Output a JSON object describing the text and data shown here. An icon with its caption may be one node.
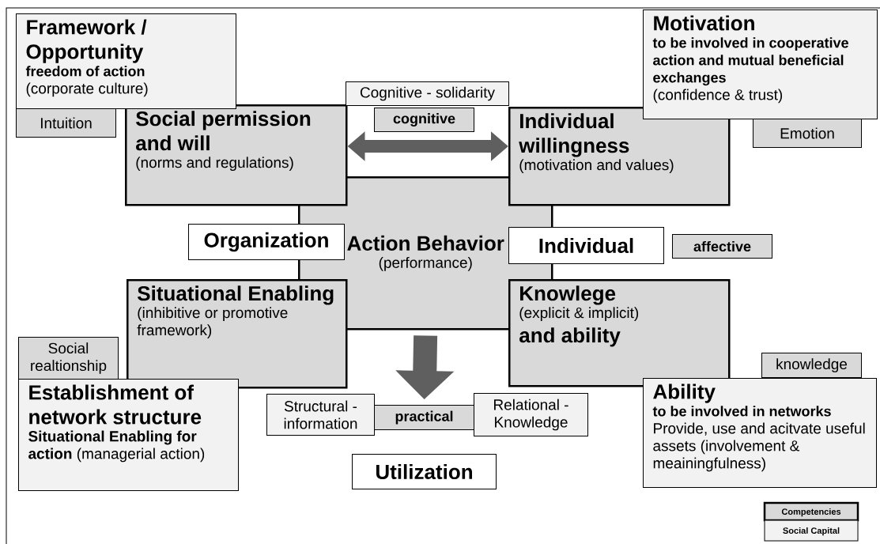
{
  "diagram": {
    "nodes": [
      {
        "text": [
          "Framework / Opportunity",
          "freedom of action",
          "(corporate culture)"
        ]
      },
      {
        "text": [
          "Intuition"
        ]
      },
      {
        "text": [
          "Social permission and will",
          "(norms and regulations)"
        ]
      },
      {
        "text": [
          "Cognitive - solidarity"
        ]
      },
      {
        "text": [
          "cognitive"
        ]
      },
      {
        "text": [
          "Individual willingness",
          "(motivation and values)"
        ]
      },
      {
        "text": [
          "Motivation",
          "to be involved in cooperative action and mutual beneficial exchanges",
          "(confidence & trust)"
        ]
      },
      {
        "text": [
          "Emotion"
        ]
      },
      {
        "text": [
          "Action Behavior",
          "(performance)"
        ]
      },
      {
        "text": [
          "Organization"
        ]
      },
      {
        "text": [
          "Individual"
        ]
      },
      {
        "text": [
          "affective"
        ]
      },
      {
        "text": [
          "Situational Enabling",
          "(inhibitive or promotive framework)"
        ]
      },
      {
        "text": [
          "Knowlege",
          "(explicit & implicit)",
          "and ability"
        ]
      },
      {
        "text": [
          "Social realtionship"
        ]
      },
      {
        "text": [
          "Establishment of network structure",
          "**Situational Enabling for action** (managerial action)"
        ]
      },
      {
        "text": [
          "Structural - information"
        ]
      },
      {
        "text": [
          "practical"
        ]
      },
      {
        "text": [
          "Relational - Knowledge"
        ]
      },
      {
        "text": [
          "Utilization"
        ]
      },
      {
        "text": [
          "knowledge"
        ]
      },
      {
        "text": [
          "Ability",
          "to be involved in networks",
          "Provide, use and acitvate useful assets (involvement & meainingfulness)"
        ]
      }
    ],
    "edges": [
      {
        "from": 2,
        "to": 5,
        "arrow": "both"
      },
      {
        "from": 8,
        "to": 17,
        "arrow": "to",
        "style": "thick"
      }
    ],
    "legend": [
      {
        "text": "Competencies",
        "color": "#d9d9d9"
      },
      {
        "text": "Social Capital",
        "color": "#f2f2f2"
      }
    ]
  }
}
